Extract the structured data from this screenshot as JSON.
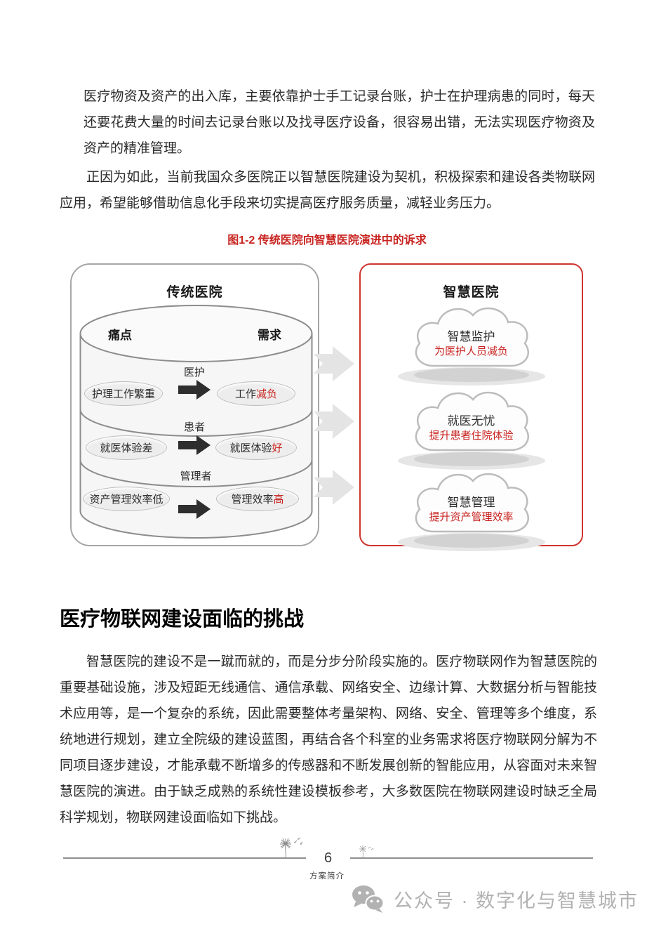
{
  "paragraphs": {
    "p1": "医疗物资及资产的出入库，主要依靠护士手工记录台账，护士在护理病患的同时，每天还要花费大量的时间去记录台账以及找寻医疗设备，很容易出错，无法实现医疗物资及资产的精准管理。",
    "p2": "正因为如此，当前我国众多医院正以智慧医院建设为契机，积极探索和建设各类物联网应用，希望能够借助信息化手段来切实提高医疗服务质量，减轻业务压力。",
    "p3": "智慧医院的建设不是一蹴而就的，而是分步分阶段实施的。医疗物联网作为智慧医院的重要基础设施，涉及短距无线通信、通信承载、网络安全、边缘计算、大数据分析与智能技术应用等，是一个复杂的系统，因此需要整体考量架构、网络、安全、管理等多个维度，系统地进行规划，建立全院级的建设蓝图，再结合各个科室的业务需求将医疗物联网分解为不同项目逐步建设，才能承载不断增多的传感器和不断发展创新的智能应用，从容面对未来智慧医院的演进。由于缺乏成熟的系统性建设模板参考，大多数医院在物联网建设时缺乏全局科学规划，物联网建设面临如下挑战。"
  },
  "figure": {
    "caption": "图1-2 传统医院向智慧医院演进中的诉求",
    "left": {
      "title": "传统医院",
      "col_pain": "痛点",
      "col_need": "需求",
      "rows": [
        {
          "pain": "护理工作繁重",
          "actor": "医护",
          "need": "工作",
          "need_highlight": "减负"
        },
        {
          "pain": "就医体验差",
          "actor": "患者",
          "need": "就医体验",
          "need_highlight": "好"
        },
        {
          "pain": "资产管理效率低",
          "actor": "管理者",
          "need": "管理效率",
          "need_highlight": "高"
        }
      ]
    },
    "right": {
      "title": "智慧医院",
      "clouds": [
        {
          "title": "智慧监护",
          "subtitle": "为医护人员减负"
        },
        {
          "title": "就医无忧",
          "subtitle": "提升患者住院体验"
        },
        {
          "title": "智慧管理",
          "subtitle": "提升资产管理效率"
        }
      ]
    }
  },
  "section_heading": "医疗物联网建设面临的挑战",
  "footer": {
    "page_number": "6",
    "section_label": "方案简介"
  },
  "watermark": {
    "text": "公众号 · 数字化与智慧城市"
  },
  "icons": {
    "wechat": "wechat-icon",
    "dandelion": "dandelion-icon"
  },
  "colors": {
    "accent_red": "#c8231f",
    "panel_border_red": "#cf3430",
    "panel_border_gray": "#a6a6a6",
    "arrow_black": "#2e2e2e",
    "mid_arrow_gray": "#e4e4e4",
    "watermark_gray": "#b2b2b2"
  }
}
